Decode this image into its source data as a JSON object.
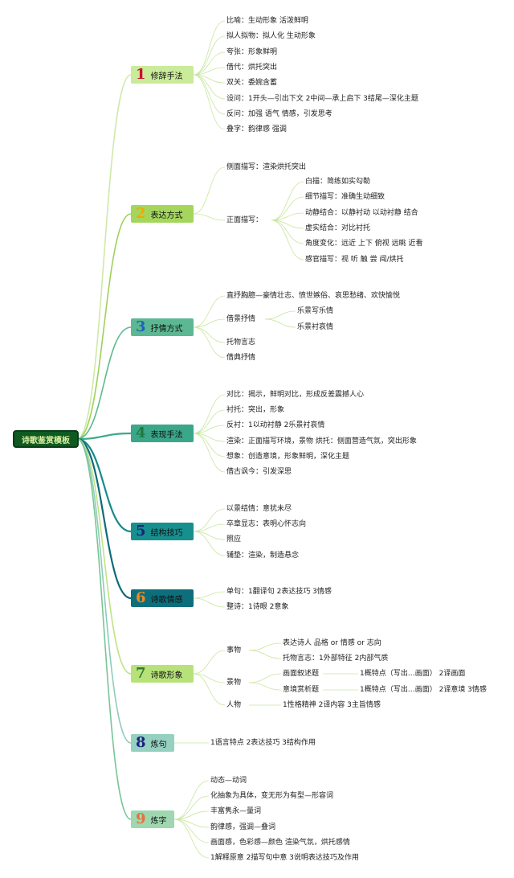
{
  "root": "诗歌鉴赏模板",
  "branches": [
    {
      "num": "1",
      "title": "修辞手法",
      "bg": "#c9eb9a",
      "numColor": "#c8102e",
      "items": [
        "比喻：生动形象 活泼鲜明",
        "拟人拟物：拟人化 生动形象",
        "夸张：形象鲜明",
        "借代：烘托突出",
        "双关：委婉含蓄",
        "设问：1开头—引出下文 2中间—承上启下 3结尾—深化主题",
        "反问：加强 语气 情感，引发思考",
        "叠字：韵律感 强调"
      ]
    },
    {
      "num": "2",
      "title": "表达方式",
      "bg": "#a4d65e",
      "numColor": "#f2a900",
      "items": [
        "侧面描写：渲染烘托突出",
        "正面描写："
      ],
      "sub": [
        "白描：简练如实勾勒",
        "细节描写：准确生动细致",
        "动静结合：以静衬动 以动衬静 结合",
        "虚实结合：对比衬托",
        "角度变化：远近 上下 俯视 远眺 近看",
        "感官描写：视 听 触 尝 闻/烘托"
      ]
    },
    {
      "num": "3",
      "title": "抒情方式",
      "bg": "#5cb892",
      "numColor": "#1f5fbf",
      "items": [
        "直抒胸臆—豪情壮志、愤世嫉俗、哀思愁绪、欢快愉悦",
        "借景抒情",
        "托物言志",
        "借典抒情"
      ],
      "sub": [
        "乐景写乐情",
        "乐景衬哀情"
      ]
    },
    {
      "num": "4",
      "title": "表现手法",
      "bg": "#3aa68a",
      "numColor": "#1f7a3a",
      "items": [
        "对比：揭示，鲜明对比，形成反差震撼人心",
        "衬托：突出，形象",
        "反衬：1以动衬静 2乐景衬哀情",
        "渲染：正面描写环境，景物 烘托：侧面营造气氛，突出形象",
        "想象：创造意境，形象鲜明，深化主题",
        "借古讽今：引发深思"
      ]
    },
    {
      "num": "5",
      "title": "结构技巧",
      "bg": "#178f8f",
      "numColor": "#1a237e",
      "items": [
        "以景结情：意犹未尽",
        "卒章显志：表明心怀志向",
        "照应",
        "铺垫：渲染，制造悬念"
      ]
    },
    {
      "num": "6",
      "title": "诗歌情感",
      "bg": "#0e6f7c",
      "numColor": "#f28a1e",
      "items": [
        "单句：1翻译句 2表达技巧 3情感",
        "整诗：1诗眼 2意象"
      ]
    },
    {
      "num": "7",
      "title": "诗歌形象",
      "bg": "#b7e27a",
      "numColor": "#2e7d32",
      "items": [
        "事物",
        "景物",
        "人物"
      ],
      "sub": [
        "表达诗人 品格 or 情感 or 志向",
        "托物言志：1外部特征 2内部气质",
        "画面叙述题",
        "意境赏析题",
        "1性格精神 2译内容 3主旨情感"
      ],
      "sub2": [
        "1概特点（写出…画面） 2译画面",
        "1概特点（写出…画面） 2译意境 3情感"
      ]
    },
    {
      "num": "8",
      "title": "炼句",
      "bg": "#96d0c0",
      "numColor": "#1a237e",
      "items": [
        "1语言特点 2表达技巧 3结构作用"
      ]
    },
    {
      "num": "9",
      "title": "炼字",
      "bg": "#9fd8b0",
      "numColor": "#e8703a",
      "items": [
        "动态—动词",
        "化抽象为具体，变无形为有型—形容词",
        "丰富隽永—量词",
        "韵律感，强调—叠词",
        "画面感，色彩感—颜色 渲染气氛，烘托感情",
        "1解释原意 2描写句中意 3说明表达技巧及作用"
      ]
    }
  ]
}
